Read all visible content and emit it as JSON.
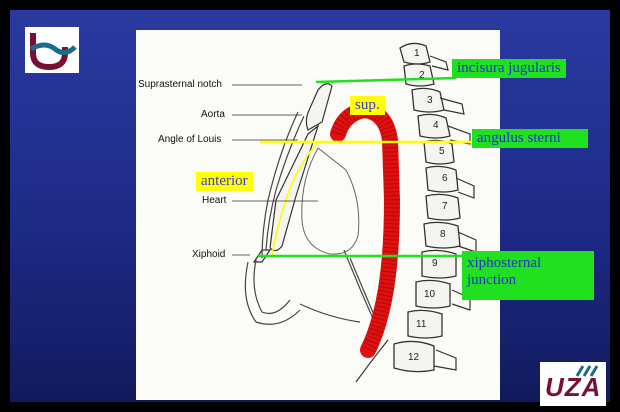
{
  "anatomy_labels": {
    "suprasternal_notch": "Suprasternal notch",
    "aorta": "Aorta",
    "angle_of_louis": "Angle of Louis",
    "heart": "Heart",
    "xiphoid": "Xiphoid"
  },
  "annotations": {
    "incisura": "incisura jugularis",
    "angulus": "angulus sterni",
    "xiphosternal": "xiphosternal",
    "junction": "junction",
    "sup": "sup.",
    "anterior": "anterior"
  },
  "vertebra_numbers": [
    "1",
    "2",
    "3",
    "4",
    "5",
    "6",
    "7",
    "8",
    "9",
    "10",
    "11",
    "12"
  ],
  "logo_text": "UZA",
  "colors": {
    "background": "#1d2a86",
    "aorta": "#e01010",
    "green_marker": "#20e020",
    "yellow_marker": "#ffff00",
    "logo": "#7a1030"
  }
}
